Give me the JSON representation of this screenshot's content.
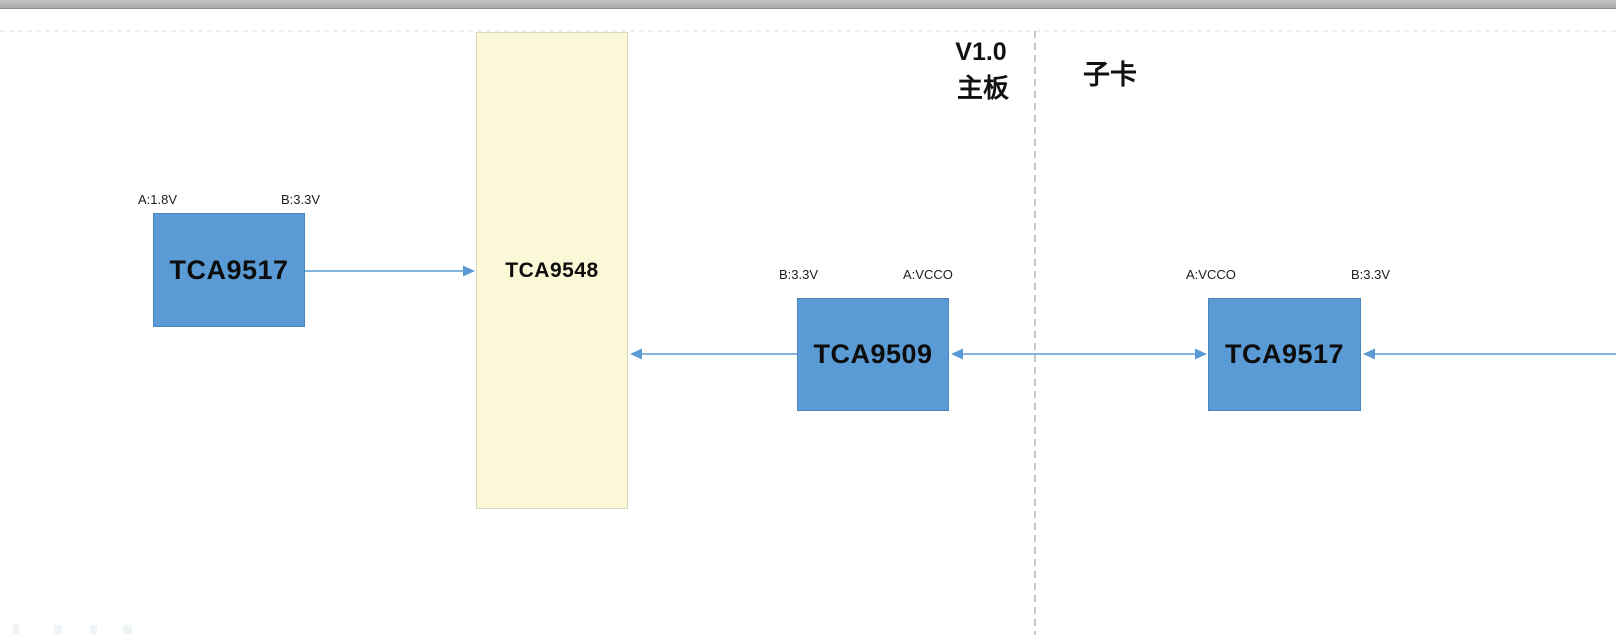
{
  "headers": {
    "version": "V1.0",
    "motherboard": "主板",
    "daughter_card": "子卡"
  },
  "chips": {
    "left_tca9517": {
      "name": "TCA9517",
      "pin_a": "A:1.8V",
      "pin_b": "B:3.3V"
    },
    "tca9548": {
      "name": "TCA9548"
    },
    "tca9509": {
      "name": "TCA9509",
      "pin_b": "B:3.3V",
      "pin_a": "A:VCCO"
    },
    "right_tca9517": {
      "name": "TCA9517",
      "pin_a": "A:VCCO",
      "pin_b": "B:3.3V"
    }
  },
  "connections": [
    {
      "from": "left TCA9517",
      "to": "TCA9548",
      "direction": "right"
    },
    {
      "from": "TCA9509",
      "to": "TCA9548",
      "direction": "left"
    },
    {
      "from": "TCA9509",
      "to": "right TCA9517",
      "direction": "both"
    },
    {
      "from": "off-screen right",
      "to": "right TCA9517",
      "direction": "left"
    }
  ],
  "colors": {
    "chip_fill": "#5B9BD5",
    "chip_border": "#4A84BD",
    "mux_fill": "#FAF8D7",
    "mux_border": "#D9D9C3",
    "arrow": "#5B9BD5",
    "divider_dash": "#A8A8A8",
    "page_break_dash": "#DCDCDC",
    "chrome_bar": "#B3B3B3"
  }
}
